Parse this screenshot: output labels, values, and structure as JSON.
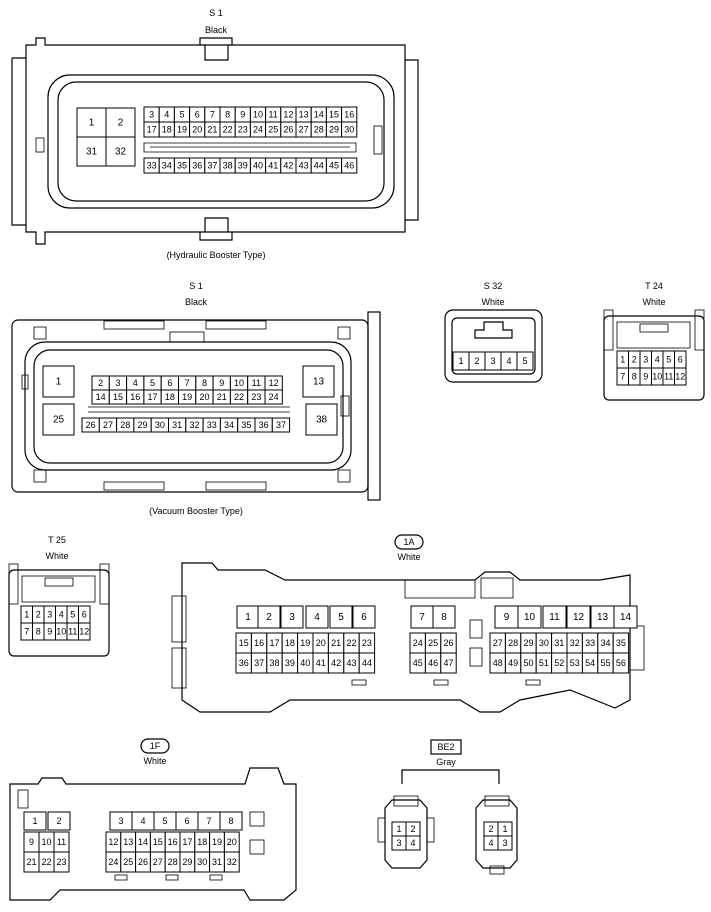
{
  "connectors": {
    "s1_hydraulic": {
      "code": "S 1",
      "color": "Black",
      "caption": "(Hydraulic Booster Type)",
      "big": [
        "1",
        "2",
        "31",
        "32"
      ],
      "row1": [
        "3",
        "4",
        "5",
        "6",
        "7",
        "8",
        "9",
        "10",
        "11",
        "12",
        "13",
        "14",
        "15",
        "16"
      ],
      "row2": [
        "17",
        "18",
        "19",
        "20",
        "21",
        "22",
        "23",
        "24",
        "25",
        "26",
        "27",
        "28",
        "29",
        "30"
      ],
      "row3": [
        "33",
        "34",
        "35",
        "36",
        "37",
        "38",
        "39",
        "40",
        "41",
        "42",
        "43",
        "44",
        "45",
        "46"
      ]
    },
    "s1_vacuum": {
      "code": "S 1",
      "color": "Black",
      "caption": "(Vacuum Booster Type)",
      "big": [
        "1",
        "13",
        "25",
        "38"
      ],
      "row1": [
        "2",
        "3",
        "4",
        "5",
        "6",
        "7",
        "8",
        "9",
        "10",
        "11",
        "12"
      ],
      "row2": [
        "14",
        "15",
        "16",
        "17",
        "18",
        "19",
        "20",
        "21",
        "22",
        "23",
        "24"
      ],
      "row3": [
        "26",
        "27",
        "28",
        "29",
        "30",
        "31",
        "32",
        "33",
        "34",
        "35",
        "36",
        "37"
      ]
    },
    "s32": {
      "code": "S 32",
      "color": "White",
      "pins": [
        "1",
        "2",
        "3",
        "4",
        "5"
      ]
    },
    "t24": {
      "code": "T 24",
      "color": "White",
      "row1": [
        "1",
        "2",
        "3",
        "4",
        "5",
        "6"
      ],
      "row2": [
        "7",
        "8",
        "9",
        "10",
        "11",
        "12"
      ]
    },
    "t25": {
      "code": "T 25",
      "color": "White",
      "row1": [
        "1",
        "2",
        "3",
        "4",
        "5",
        "6"
      ],
      "row2": [
        "7",
        "8",
        "9",
        "10",
        "11",
        "12"
      ]
    },
    "c1a": {
      "code": "1A",
      "color": "White",
      "top": [
        "1",
        "2",
        "3",
        "4",
        "5",
        "6",
        "7",
        "8",
        "9",
        "10",
        "11",
        "12",
        "13",
        "14"
      ],
      "mid": [
        "15",
        "16",
        "17",
        "18",
        "19",
        "20",
        "21",
        "22",
        "23",
        "24",
        "25",
        "26",
        "27",
        "28",
        "29",
        "30",
        "31",
        "32",
        "33",
        "34",
        "35"
      ],
      "bot": [
        "36",
        "37",
        "38",
        "39",
        "40",
        "41",
        "42",
        "43",
        "44",
        "45",
        "46",
        "47",
        "48",
        "49",
        "50",
        "51",
        "52",
        "53",
        "54",
        "55",
        "56"
      ]
    },
    "c1f": {
      "code": "1F",
      "color": "White",
      "top": [
        "1",
        "2",
        "3",
        "4",
        "5",
        "6",
        "7",
        "8"
      ],
      "mid": [
        "9",
        "10",
        "11",
        "12",
        "13",
        "14",
        "15",
        "16",
        "17",
        "18",
        "19",
        "20"
      ],
      "bot": [
        "21",
        "22",
        "23",
        "24",
        "25",
        "26",
        "27",
        "28",
        "29",
        "30",
        "31",
        "32"
      ]
    },
    "be2": {
      "code": "BE2",
      "color": "Gray",
      "left": [
        "1",
        "2",
        "3",
        "4"
      ],
      "right": [
        "2",
        "1",
        "4",
        "3"
      ]
    }
  }
}
